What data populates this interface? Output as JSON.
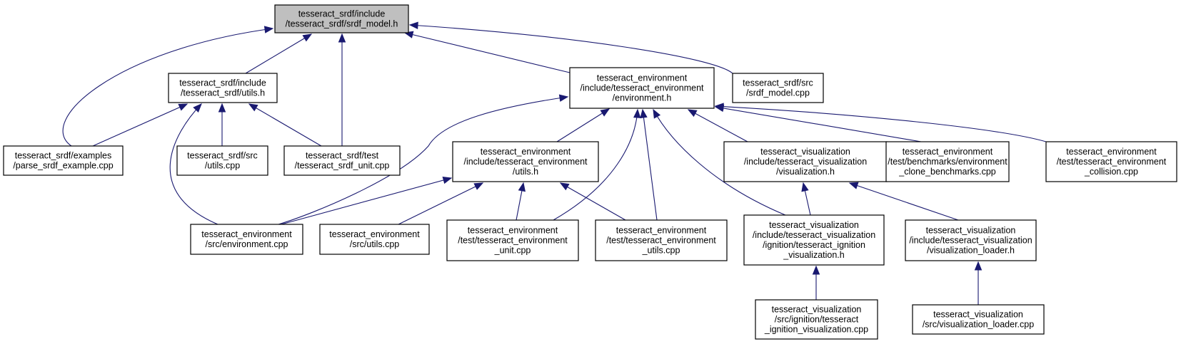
{
  "colors": {
    "edge": "#191970",
    "node_fill": "#ffffff",
    "root_fill": "#bfbfbf",
    "node_border": "#000000"
  },
  "nodes": [
    {
      "id": "srdf_model_h",
      "root": true,
      "lines": [
        "tesseract_srdf/include",
        "/tesseract_srdf/srdf_model.h"
      ]
    },
    {
      "id": "srdf_utils_h",
      "lines": [
        "tesseract_srdf/include",
        "/tesseract_srdf/utils.h"
      ]
    },
    {
      "id": "environment_h",
      "lines": [
        "tesseract_environment",
        "/include/tesseract_environment",
        "/environment.h"
      ]
    },
    {
      "id": "srdf_model_cpp",
      "lines": [
        "tesseract_srdf/src",
        "/srdf_model.cpp"
      ]
    },
    {
      "id": "parse_srdf_example",
      "lines": [
        "tesseract_srdf/examples",
        "/parse_srdf_example.cpp"
      ]
    },
    {
      "id": "srdf_utils_cpp",
      "lines": [
        "tesseract_srdf/src",
        "/utils.cpp"
      ]
    },
    {
      "id": "srdf_unit",
      "lines": [
        "tesseract_srdf/test",
        "/tesseract_srdf_unit.cpp"
      ]
    },
    {
      "id": "env_utils_h",
      "lines": [
        "tesseract_environment",
        "/include/tesseract_environment",
        "/utils.h"
      ]
    },
    {
      "id": "visualization_h",
      "lines": [
        "tesseract_visualization",
        "/include/tesseract_visualization",
        "/visualization.h"
      ]
    },
    {
      "id": "clone_bench",
      "lines": [
        "tesseract_environment",
        "/test/benchmarks/environment",
        "_clone_benchmarks.cpp"
      ]
    },
    {
      "id": "env_collision",
      "lines": [
        "tesseract_environment",
        "/test/tesseract_environment",
        "_collision.cpp"
      ]
    },
    {
      "id": "environment_cpp",
      "lines": [
        "tesseract_environment",
        "/src/environment.cpp"
      ]
    },
    {
      "id": "env_utils_cpp",
      "lines": [
        "tesseract_environment",
        "/src/utils.cpp"
      ]
    },
    {
      "id": "env_unit",
      "lines": [
        "tesseract_environment",
        "/test/tesseract_environment",
        "_unit.cpp"
      ]
    },
    {
      "id": "env_utils_test",
      "lines": [
        "tesseract_environment",
        "/test/tesseract_environment",
        "_utils.cpp"
      ]
    },
    {
      "id": "ign_vis_h",
      "lines": [
        "tesseract_visualization",
        "/include/tesseract_visualization",
        "/ignition/tesseract_ignition",
        "_visualization.h"
      ]
    },
    {
      "id": "vis_loader_h",
      "lines": [
        "tesseract_visualization",
        "/include/tesseract_visualization",
        "/visualization_loader.h"
      ]
    },
    {
      "id": "ign_vis_cpp",
      "lines": [
        "tesseract_visualization",
        "/src/ignition/tesseract",
        "_ignition_visualization.cpp"
      ]
    },
    {
      "id": "vis_loader_cpp",
      "lines": [
        "tesseract_visualization",
        "/src/visualization_loader.cpp"
      ]
    }
  ],
  "edges": [
    {
      "from": "srdf_utils_h",
      "to": "srdf_model_h"
    },
    {
      "from": "srdf_unit",
      "to": "srdf_model_h"
    },
    {
      "from": "parse_srdf_example",
      "to": "srdf_model_h"
    },
    {
      "from": "environment_h",
      "to": "srdf_model_h"
    },
    {
      "from": "srdf_model_cpp",
      "to": "srdf_model_h"
    },
    {
      "from": "parse_srdf_example",
      "to": "srdf_utils_h"
    },
    {
      "from": "srdf_utils_cpp",
      "to": "srdf_utils_h"
    },
    {
      "from": "srdf_unit",
      "to": "srdf_utils_h"
    },
    {
      "from": "environment_cpp",
      "to": "srdf_utils_h"
    },
    {
      "from": "environment_cpp",
      "to": "environment_h"
    },
    {
      "from": "env_utils_h",
      "to": "environment_h"
    },
    {
      "from": "env_unit",
      "to": "environment_h"
    },
    {
      "from": "env_utils_test",
      "to": "environment_h"
    },
    {
      "from": "ign_vis_h",
      "to": "environment_h"
    },
    {
      "from": "visualization_h",
      "to": "environment_h"
    },
    {
      "from": "clone_bench",
      "to": "environment_h"
    },
    {
      "from": "env_collision",
      "to": "environment_h"
    },
    {
      "from": "environment_cpp",
      "to": "env_utils_h"
    },
    {
      "from": "env_utils_cpp",
      "to": "env_utils_h"
    },
    {
      "from": "env_unit",
      "to": "env_utils_h"
    },
    {
      "from": "env_utils_test",
      "to": "env_utils_h"
    },
    {
      "from": "ign_vis_h",
      "to": "visualization_h"
    },
    {
      "from": "vis_loader_h",
      "to": "visualization_h"
    },
    {
      "from": "ign_vis_cpp",
      "to": "ign_vis_h"
    },
    {
      "from": "vis_loader_cpp",
      "to": "vis_loader_h"
    }
  ]
}
